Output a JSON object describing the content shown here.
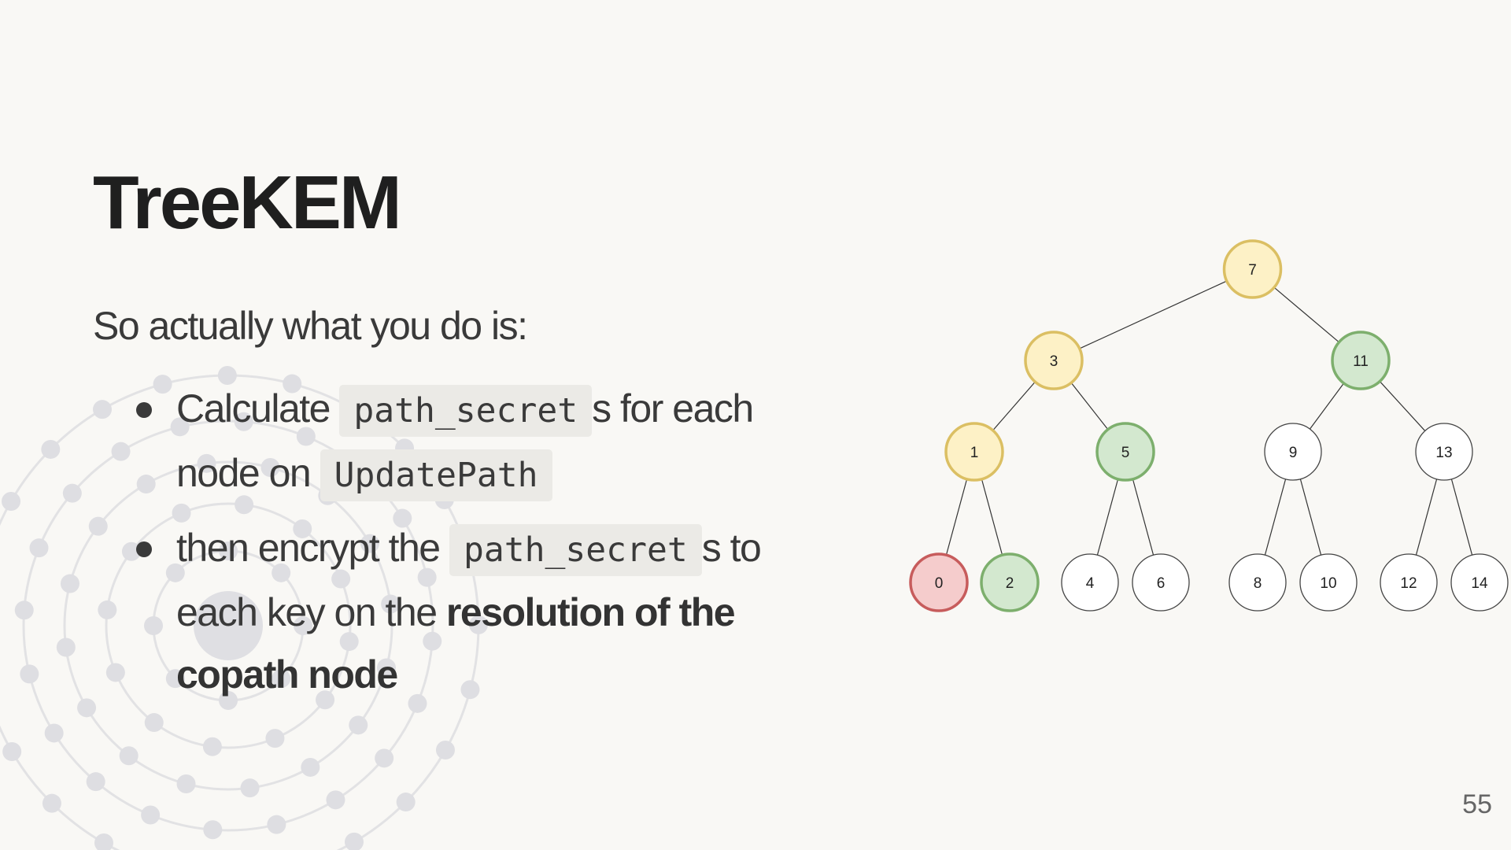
{
  "slide": {
    "title": "TreeKEM",
    "intro": "So actually what you do is:",
    "bullets": [
      {
        "part1": "Calculate ",
        "code1": "path_secret",
        "part2": "s for each node on ",
        "code2": "UpdatePath"
      },
      {
        "part1": "then encrypt the ",
        "code1": "path_secret",
        "part2": "s to each key on the ",
        "bold": "resolution of the copath node"
      }
    ],
    "page_number": "55"
  },
  "tree": {
    "colors": {
      "yellow": {
        "fill": "#fdf1c6",
        "stroke": "#dbbf63"
      },
      "green": {
        "fill": "#d3e8cf",
        "stroke": "#7daf6d"
      },
      "red": {
        "fill": "#f5cccc",
        "stroke": "#c75c5c"
      },
      "white": {
        "fill": "#ffffff",
        "stroke": "#444444"
      }
    },
    "nodes": [
      {
        "label": "7",
        "color": "yellow"
      },
      {
        "label": "3",
        "color": "yellow"
      },
      {
        "label": "11",
        "color": "green"
      },
      {
        "label": "1",
        "color": "yellow"
      },
      {
        "label": "5",
        "color": "green"
      },
      {
        "label": "9",
        "color": "white"
      },
      {
        "label": "13",
        "color": "white"
      },
      {
        "label": "0",
        "color": "red"
      },
      {
        "label": "2",
        "color": "green"
      },
      {
        "label": "4",
        "color": "white"
      },
      {
        "label": "6",
        "color": "white"
      },
      {
        "label": "8",
        "color": "white"
      },
      {
        "label": "10",
        "color": "white"
      },
      {
        "label": "12",
        "color": "white"
      },
      {
        "label": "14",
        "color": "white"
      }
    ],
    "edges": [
      [
        "7",
        "3"
      ],
      [
        "7",
        "11"
      ],
      [
        "3",
        "1"
      ],
      [
        "3",
        "5"
      ],
      [
        "11",
        "9"
      ],
      [
        "11",
        "13"
      ],
      [
        "1",
        "0"
      ],
      [
        "1",
        "2"
      ],
      [
        "5",
        "4"
      ],
      [
        "5",
        "6"
      ],
      [
        "9",
        "8"
      ],
      [
        "9",
        "10"
      ],
      [
        "13",
        "12"
      ],
      [
        "13",
        "14"
      ]
    ]
  }
}
